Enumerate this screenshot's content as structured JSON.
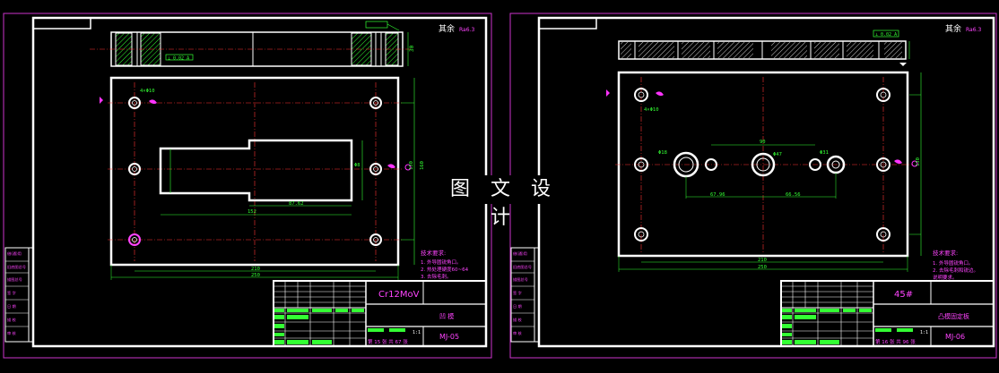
{
  "watermark": "图 文 设 计",
  "colors": {
    "background": "#000000",
    "frame_outer": "#cc33cc",
    "outline": "#ffffff",
    "centerline": "#ff3333",
    "dimension": "#33ff33",
    "note_text": "#ff44ff",
    "hatch": "#33ff33",
    "accent_pink": "#ff33ff",
    "field_bars": "#33ff33"
  },
  "left_sheet": {
    "surface_note": "其余",
    "surface_symbol": "Ra6.3",
    "tolerance_box": "⊥ 0.02 A",
    "dim_overall_width": "250",
    "dim_hole_pitch": "210",
    "dim_height": "130",
    "dim_side": "160",
    "dim_pocket": "87.62",
    "dim_pocket_full": "152",
    "dim_holes_label": "4×Φ10",
    "dim_small": "Φ8",
    "dim_depth": "30",
    "tech_title": "技术要求:",
    "tech_1": "1. 外导圆锐角口。",
    "tech_2": "2. 热处理硬度60~64",
    "tech_3": "3. 去除毛刺。",
    "material": "Cr12MoV",
    "part_name": "凹   模",
    "drawing_no": "MJ-05",
    "scale": "1:1",
    "sheet_count": "第 15 张  共 67 张",
    "side_rows": [
      "借(通)用",
      "旧底图总号",
      "描图总号",
      "签  字",
      "日  期",
      "描  校",
      "审  核"
    ]
  },
  "right_sheet": {
    "surface_note": "其余",
    "surface_symbol": "Ra6.3",
    "tolerance_box": "⊥ 0.02 A",
    "dim_overall_width": "250",
    "dim_hole_pitch": "210",
    "dim_height": "130",
    "dim_pocket_90": "90",
    "dim_left_pos": "67.96",
    "dim_right_pos": "66.56",
    "dim_holes_label": "4×Φ10",
    "dim_hole_big": "Φ18",
    "dim_hole_47": "Φ47",
    "dim_hole_mid": "Φ31",
    "tech_title": "技术要求:",
    "tech_1": "1. 外导圆锐角口。",
    "tech_2": "2. 去除毛刺和锐边。",
    "tech_3": "说明要求。",
    "material": "45#",
    "part_name": "凸模固定板",
    "drawing_no": "MJ-06",
    "scale": "1:1",
    "sheet_count": "第 16 张  共 96 张",
    "side_rows": [
      "借(通)用",
      "旧底图总号",
      "描图总号",
      "签  字",
      "日  期",
      "描  校",
      "审  核"
    ]
  }
}
